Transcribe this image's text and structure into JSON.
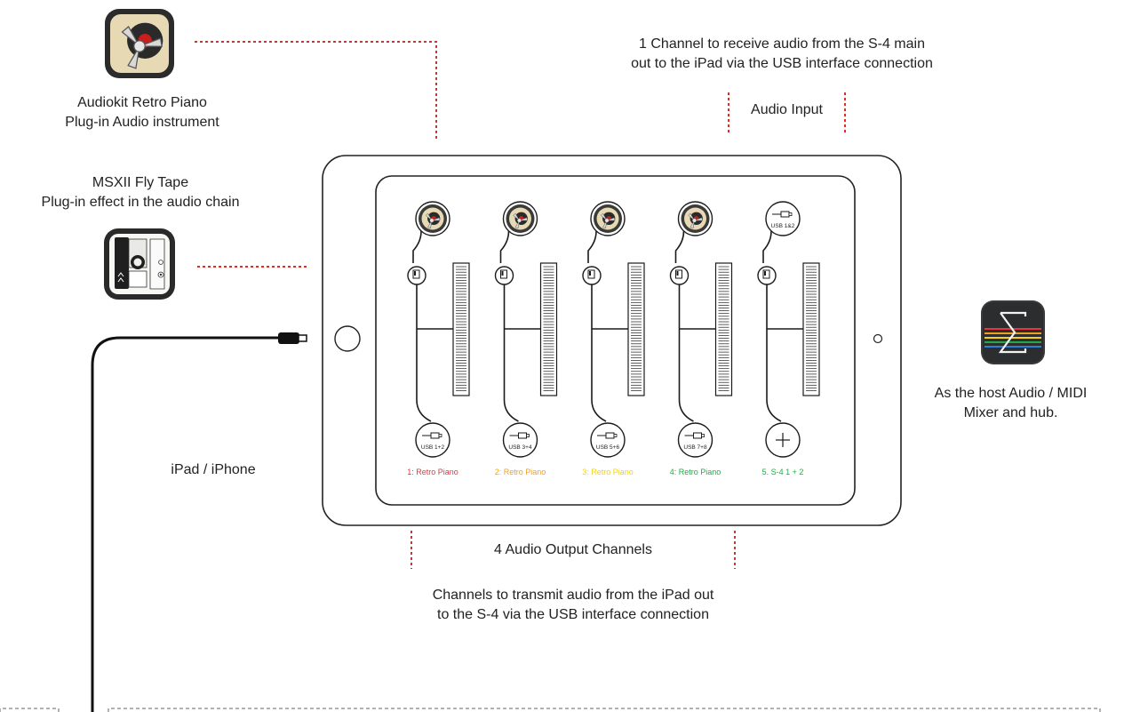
{
  "labels": {
    "retro_title": "Audiokit Retro Piano",
    "retro_sub": "Plug-in Audio instrument",
    "fly_title": "MSXII Fly Tape",
    "fly_sub": "Plug-in effect in the audio chain",
    "ipad": "iPad / iPhone",
    "host_1": "As the host Audio / MIDI",
    "host_2": "Mixer and hub.",
    "input_desc_1": "1 Channel to receive audio from the S-4 main",
    "input_desc_2": "out to the iPad via the USB interface connection",
    "audio_input": "Audio Input",
    "output_title": "4 Audio Output Channels",
    "output_desc_1": "Channels to transmit audio from the iPad out",
    "output_desc_2": "to the S-4 via the USB interface connection"
  },
  "channels": [
    {
      "name": "1: Retro Piano",
      "usb": "USB 1+2",
      "color": "#e8343a",
      "type": "instrument"
    },
    {
      "name": "2: Retro Piano",
      "usb": "USB 3+4",
      "color": "#f0a020",
      "type": "instrument"
    },
    {
      "name": "3: Retro Piano",
      "usb": "USB 5+6",
      "color": "#f2d21a",
      "type": "instrument"
    },
    {
      "name": "4: Retro Piano",
      "usb": "USB 7+8",
      "color": "#26a846",
      "type": "instrument"
    },
    {
      "name": "5. S-4 1 + 2",
      "input_usb": "USB 1&2",
      "color": "#26a846",
      "type": "input"
    }
  ],
  "colors": {
    "dotted_line": "#d0342c",
    "stroke": "#1a1a1a",
    "retro_bg": "#e6d9b4",
    "record_red": "#c81e1e"
  },
  "icons": {
    "retro_piano": "retro-piano-icon",
    "fly_tape": "cassette-icon",
    "host_app": "sigma-mixer-icon"
  }
}
